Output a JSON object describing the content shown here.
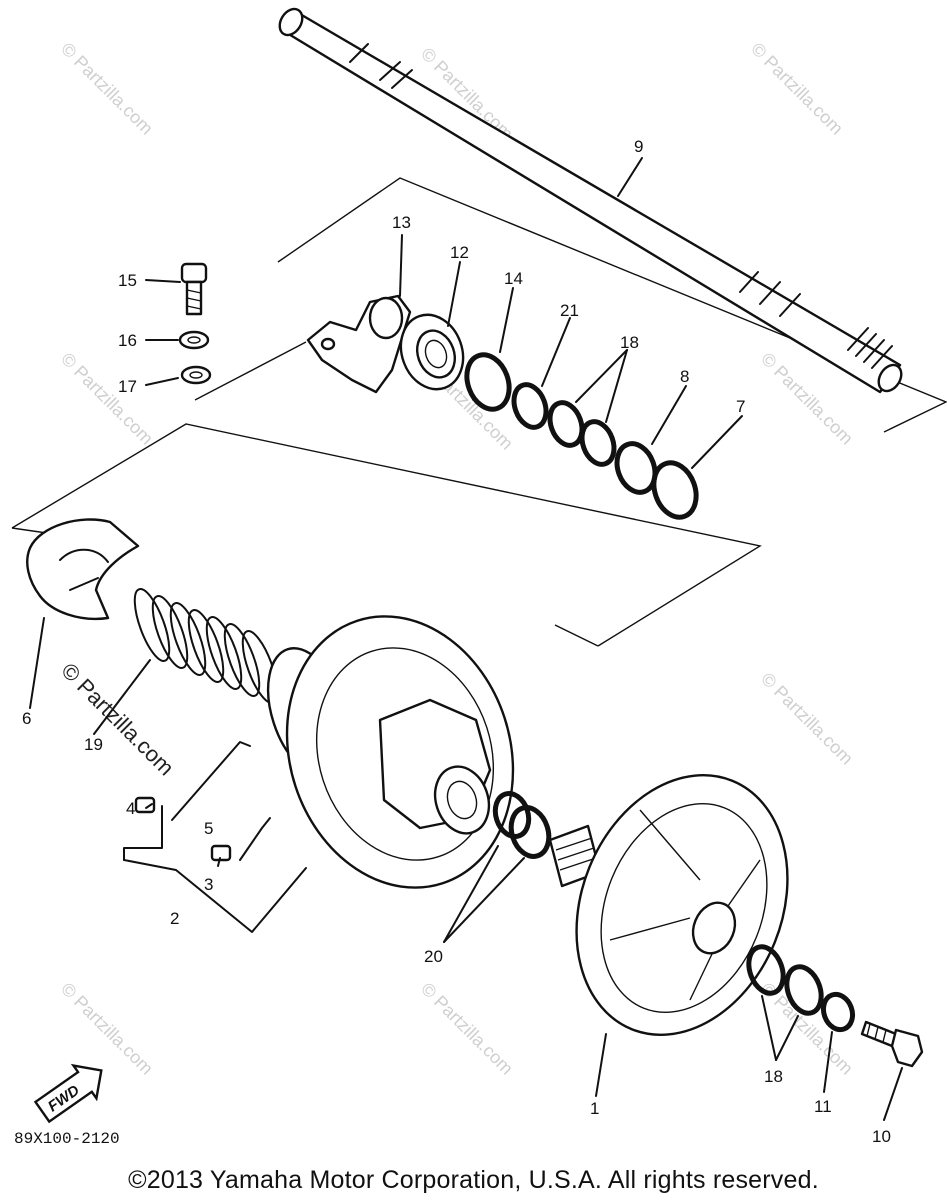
{
  "diagram_code": "89X100-2120",
  "copyright": "©2013 Yamaha Motor Corporation, U.S.A. All rights reserved.",
  "direction_marker": "FWD",
  "watermark": "© Partzilla.com",
  "callouts": {
    "c1": "1",
    "c2": "2",
    "c3": "3",
    "c4": "4",
    "c5": "5",
    "c6": "6",
    "c7": "7",
    "c8": "8",
    "c9": "9",
    "c10": "10",
    "c11": "11",
    "c12": "12",
    "c13": "13",
    "c14": "14",
    "c15": "15",
    "c16": "16",
    "c17": "17",
    "c18a": "18",
    "c18b": "18",
    "c19": "19",
    "c20": "20",
    "c21": "21"
  },
  "icons": [
    "fwd-arrow-icon"
  ]
}
